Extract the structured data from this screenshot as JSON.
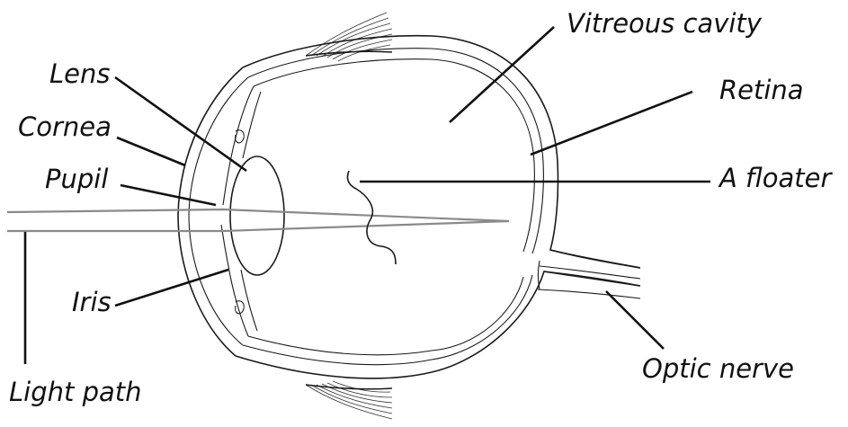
{
  "labels": {
    "lens": "Lens",
    "cornea": "Cornea",
    "pupil": "Pupil",
    "iris": "Iris",
    "light_path": "Light path",
    "vitreous_cavity": "Vitreous cavity",
    "retina": "Retina",
    "floater": "A floater",
    "optic_nerve": "Optic nerve"
  },
  "colors": {
    "line": "#111111",
    "light_path": "#8a8a8a",
    "background": "#ffffff"
  }
}
